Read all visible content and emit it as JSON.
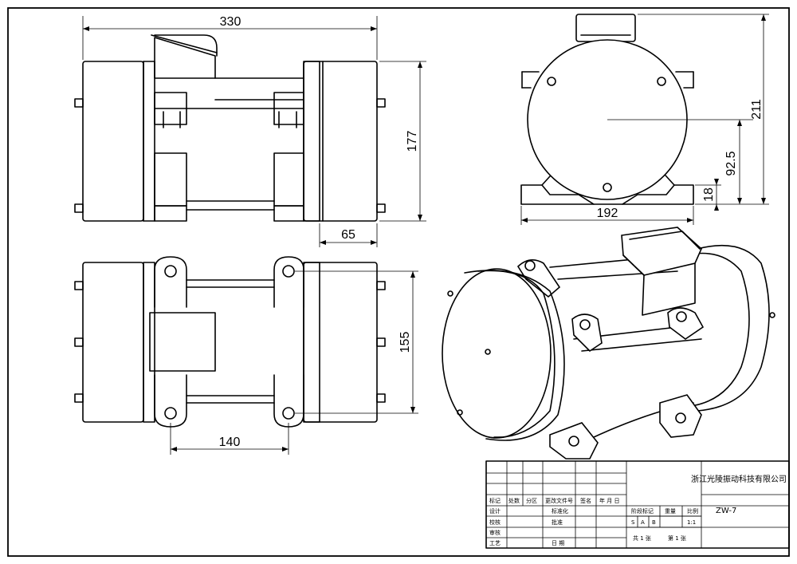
{
  "dimensions": {
    "overall_length": "330",
    "height_top_view": "177",
    "offset": "65",
    "height_front": "211",
    "center_height": "92.5",
    "foot_height": "18",
    "foot_width": "192",
    "bottom_width": "155",
    "hole_spacing": "140"
  },
  "title_block": {
    "company": "浙江光陵振动科技有限公司",
    "model": "ZW-7",
    "rows": {
      "r1": [
        "标记",
        "处数",
        "分区",
        "更改文件号",
        "签名",
        "年 月 日"
      ],
      "design": "设计",
      "standardize": "标准化",
      "check": "校核",
      "approve": "批准",
      "review": "审核",
      "process": "工艺",
      "date": "日 期",
      "stage_mark": "阶段标记",
      "weight": "重量",
      "scale": "比例",
      "stages": [
        "S",
        "A",
        "B"
      ],
      "scale_value": "1:1",
      "total_sheets": "共 1 张",
      "sheet_no": "第 1 张"
    }
  }
}
